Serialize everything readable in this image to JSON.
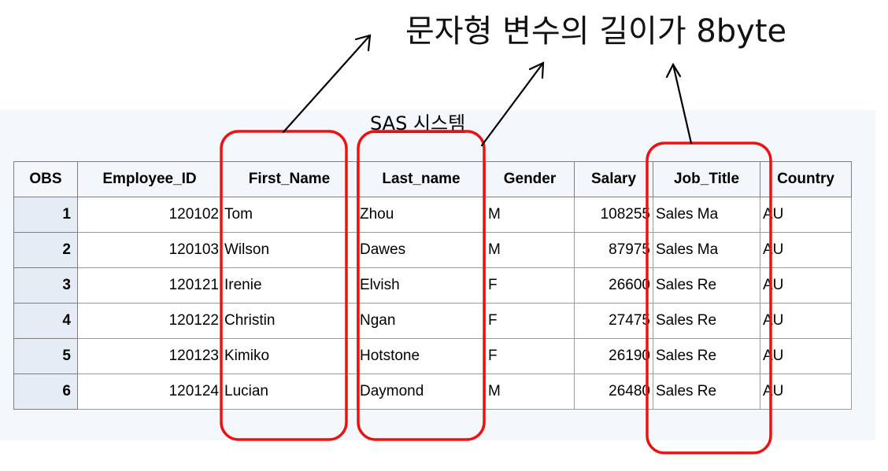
{
  "annotation": {
    "note": "문자형 변수의 길이가 8byte",
    "highlight_color": "#ee1111"
  },
  "report": {
    "title": "SAS 시스템"
  },
  "table": {
    "columns": [
      "OBS",
      "Employee_ID",
      "First_Name",
      "Last_name",
      "Gender",
      "Salary",
      "Job_Title",
      "Country"
    ],
    "rows": [
      {
        "obs": "1",
        "employee_id": "120102",
        "first_name": "Tom",
        "last_name": "Zhou",
        "gender": "M",
        "salary": "108255",
        "job_title": "Sales Ma",
        "country": "AU"
      },
      {
        "obs": "2",
        "employee_id": "120103",
        "first_name": "Wilson",
        "last_name": "Dawes",
        "gender": "M",
        "salary": "87975",
        "job_title": "Sales Ma",
        "country": "AU"
      },
      {
        "obs": "3",
        "employee_id": "120121",
        "first_name": "Irenie",
        "last_name": "Elvish",
        "gender": "F",
        "salary": "26600",
        "job_title": "Sales Re",
        "country": "AU"
      },
      {
        "obs": "4",
        "employee_id": "120122",
        "first_name": "Christin",
        "last_name": "Ngan",
        "gender": "F",
        "salary": "27475",
        "job_title": "Sales Re",
        "country": "AU"
      },
      {
        "obs": "5",
        "employee_id": "120123",
        "first_name": "Kimiko",
        "last_name": "Hotstone",
        "gender": "F",
        "salary": "26190",
        "job_title": "Sales Re",
        "country": "AU"
      },
      {
        "obs": "6",
        "employee_id": "120124",
        "first_name": "Lucian",
        "last_name": "Daymond",
        "gender": "M",
        "salary": "26480",
        "job_title": "Sales Re",
        "country": "AU"
      }
    ]
  }
}
